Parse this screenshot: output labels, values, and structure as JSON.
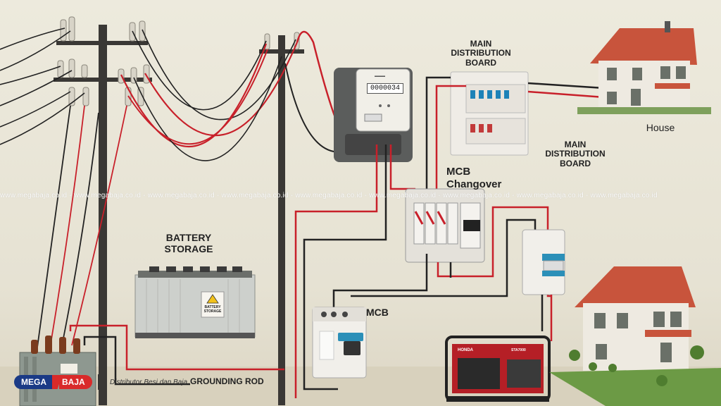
{
  "labels": {
    "main_board_top": "MAIN\nDISTRIBUTION\nBOARD",
    "main_board_bottom": "MAIN\nDISTRIBUTION\nBOARD",
    "house": "House",
    "mcb_changeover_line1": "MCB",
    "mcb_changeover_line2": "Changover",
    "battery_storage": "BATTERY\nSTORAGE",
    "mcb": "MCB",
    "grounding_rod": "GROUNDING ROD"
  },
  "meter": {
    "reading": "0000034"
  },
  "battery": {
    "warning_text": "BATTERY\nSTORAGE"
  },
  "generator": {
    "brand": "HONDA",
    "model": "STA7000"
  },
  "watermark": {
    "text": "www.megabaja.co.id - www.megabaja.co.id - www.megabaja.co.id - www.megabaja.co.id - www.megabaja.co.id - www.megabaja.co.id - www.megabaja.co.id - www.megabaja.co.id - www.megabaja.co.id"
  },
  "logo": {
    "part1": "MEGA",
    "part2": "BAJA",
    "tagline": "Distributor Besi dan Baja"
  },
  "colors": {
    "wire_red": "#c8202a",
    "wire_black": "#222222",
    "roof": "#c8543c",
    "generator_red": "#b51f26",
    "logo_blue": "#1a3a86",
    "logo_red": "#d92a2a"
  }
}
